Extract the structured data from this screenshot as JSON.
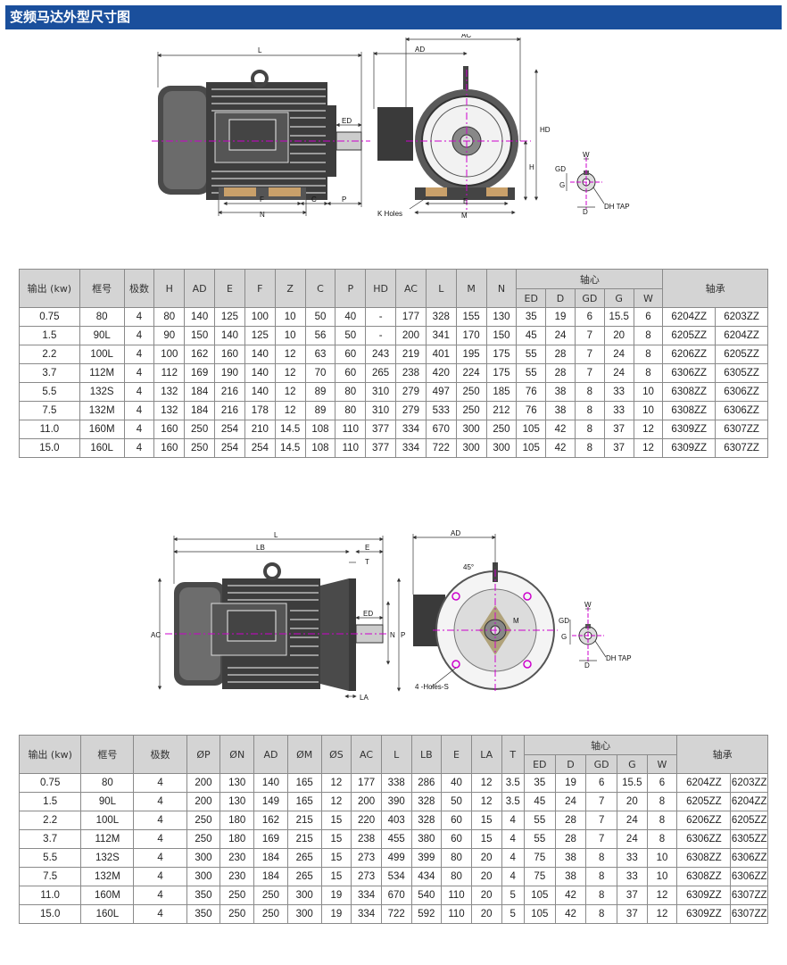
{
  "page": {
    "title": "变频马达外型尺寸图"
  },
  "drawing1": {
    "labels": {
      "L": "L",
      "ED": "ED",
      "F": "F",
      "C": "C",
      "P": "P",
      "N": "N",
      "AC": "AC",
      "AD": "AD",
      "HD": "HD",
      "H": "H",
      "E": "E",
      "M": "M",
      "K_holes": "K Holes",
      "GD": "GD",
      "G": "G",
      "W": "W",
      "D": "D",
      "DH_TAP": "DH TAP"
    }
  },
  "drawing2": {
    "labels": {
      "L": "L",
      "LB": "LB",
      "E": "E",
      "T": "T",
      "ED": "ED",
      "AC": "AC",
      "N": "N",
      "P": "P",
      "LA": "LA",
      "AD": "AD",
      "angle": "45°",
      "M": "M",
      "holes": "4 -Holes-S",
      "GD": "GD",
      "G": "G",
      "W": "W",
      "D": "D",
      "DH_TAP": "DH TAP"
    }
  },
  "table1": {
    "header_top": [
      "输出 (kw)",
      "框号",
      "极数",
      "H",
      "AD",
      "E",
      "F",
      "Z",
      "C",
      "P",
      "HD",
      "AC",
      "L",
      "M",
      "N",
      "轴心",
      "轴承"
    ],
    "header_sub": [
      "ED",
      "D",
      "GD",
      "G",
      "W"
    ],
    "rows": [
      [
        "0.75",
        "80",
        "4",
        "80",
        "140",
        "125",
        "100",
        "10",
        "50",
        "40",
        "-",
        "177",
        "328",
        "155",
        "130",
        "35",
        "19",
        "6",
        "15.5",
        "6",
        "6204ZZ",
        "6203ZZ"
      ],
      [
        "1.5",
        "90L",
        "4",
        "90",
        "150",
        "140",
        "125",
        "10",
        "56",
        "50",
        "-",
        "200",
        "341",
        "170",
        "150",
        "45",
        "24",
        "7",
        "20",
        "8",
        "6205ZZ",
        "6204ZZ"
      ],
      [
        "2.2",
        "100L",
        "4",
        "100",
        "162",
        "160",
        "140",
        "12",
        "63",
        "60",
        "243",
        "219",
        "401",
        "195",
        "175",
        "55",
        "28",
        "7",
        "24",
        "8",
        "6206ZZ",
        "6205ZZ"
      ],
      [
        "3.7",
        "112M",
        "4",
        "112",
        "169",
        "190",
        "140",
        "12",
        "70",
        "60",
        "265",
        "238",
        "420",
        "224",
        "175",
        "55",
        "28",
        "7",
        "24",
        "8",
        "6306ZZ",
        "6305ZZ"
      ],
      [
        "5.5",
        "132S",
        "4",
        "132",
        "184",
        "216",
        "140",
        "12",
        "89",
        "80",
        "310",
        "279",
        "497",
        "250",
        "185",
        "76",
        "38",
        "8",
        "33",
        "10",
        "6308ZZ",
        "6306ZZ"
      ],
      [
        "7.5",
        "132M",
        "4",
        "132",
        "184",
        "216",
        "178",
        "12",
        "89",
        "80",
        "310",
        "279",
        "533",
        "250",
        "212",
        "76",
        "38",
        "8",
        "33",
        "10",
        "6308ZZ",
        "6306ZZ"
      ],
      [
        "11.0",
        "160M",
        "4",
        "160",
        "250",
        "254",
        "210",
        "14.5",
        "108",
        "110",
        "377",
        "334",
        "670",
        "300",
        "250",
        "105",
        "42",
        "8",
        "37",
        "12",
        "6309ZZ",
        "6307ZZ"
      ],
      [
        "15.0",
        "160L",
        "4",
        "160",
        "250",
        "254",
        "254",
        "14.5",
        "108",
        "110",
        "377",
        "334",
        "722",
        "300",
        "300",
        "105",
        "42",
        "8",
        "37",
        "12",
        "6309ZZ",
        "6307ZZ"
      ]
    ]
  },
  "table2": {
    "header_top": [
      "输出 (kw)",
      "框号",
      "极数",
      "ØP",
      "ØN",
      "AD",
      "ØM",
      "ØS",
      "AC",
      "L",
      "LB",
      "E",
      "LA",
      "T",
      "轴心",
      "轴承"
    ],
    "header_sub": [
      "ED",
      "D",
      "GD",
      "G",
      "W"
    ],
    "rows": [
      [
        "0.75",
        "80",
        "4",
        "200",
        "130",
        "140",
        "165",
        "12",
        "177",
        "338",
        "286",
        "40",
        "12",
        "3.5",
        "35",
        "19",
        "6",
        "15.5",
        "6",
        "6204ZZ",
        "6203ZZ"
      ],
      [
        "1.5",
        "90L",
        "4",
        "200",
        "130",
        "149",
        "165",
        "12",
        "200",
        "390",
        "328",
        "50",
        "12",
        "3.5",
        "45",
        "24",
        "7",
        "20",
        "8",
        "6205ZZ",
        "6204ZZ"
      ],
      [
        "2.2",
        "100L",
        "4",
        "250",
        "180",
        "162",
        "215",
        "15",
        "220",
        "403",
        "328",
        "60",
        "15",
        "4",
        "55",
        "28",
        "7",
        "24",
        "8",
        "6206ZZ",
        "6205ZZ"
      ],
      [
        "3.7",
        "112M",
        "4",
        "250",
        "180",
        "169",
        "215",
        "15",
        "238",
        "455",
        "380",
        "60",
        "15",
        "4",
        "55",
        "28",
        "7",
        "24",
        "8",
        "6306ZZ",
        "6305ZZ"
      ],
      [
        "5.5",
        "132S",
        "4",
        "300",
        "230",
        "184",
        "265",
        "15",
        "273",
        "499",
        "399",
        "80",
        "20",
        "4",
        "75",
        "38",
        "8",
        "33",
        "10",
        "6308ZZ",
        "6306ZZ"
      ],
      [
        "7.5",
        "132M",
        "4",
        "300",
        "230",
        "184",
        "265",
        "15",
        "273",
        "534",
        "434",
        "80",
        "20",
        "4",
        "75",
        "38",
        "8",
        "33",
        "10",
        "6308ZZ",
        "6306ZZ"
      ],
      [
        "11.0",
        "160M",
        "4",
        "350",
        "250",
        "250",
        "300",
        "19",
        "334",
        "670",
        "540",
        "110",
        "20",
        "5",
        "105",
        "42",
        "8",
        "37",
        "12",
        "6309ZZ",
        "6307ZZ"
      ],
      [
        "15.0",
        "160L",
        "4",
        "350",
        "250",
        "250",
        "300",
        "19",
        "334",
        "722",
        "592",
        "110",
        "20",
        "5",
        "105",
        "42",
        "8",
        "37",
        "12",
        "6309ZZ",
        "6307ZZ"
      ]
    ]
  }
}
